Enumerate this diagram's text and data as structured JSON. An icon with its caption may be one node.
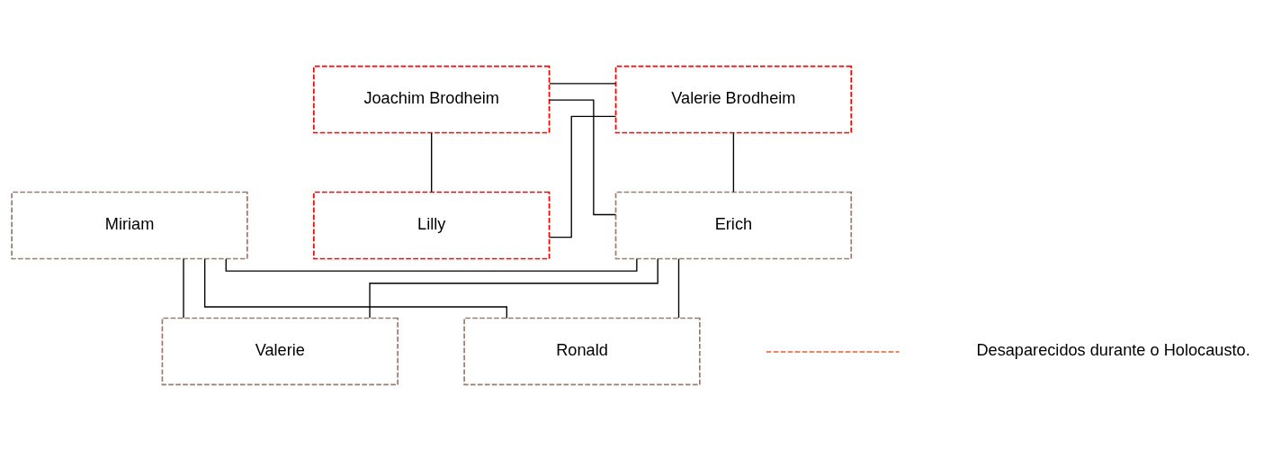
{
  "diagram": {
    "nodes": [
      {
        "text": [
          "Joachim Brodheim"
        ]
      },
      {
        "text": [
          "Valerie Brodheim"
        ]
      },
      {
        "text": [
          "Miriam"
        ]
      },
      {
        "text": [
          "Erich"
        ]
      },
      {
        "text": [
          "Lilly"
        ]
      },
      {
        "text": [
          "Ronald"
        ]
      },
      {
        "text": [
          "Valerie"
        ]
      }
    ],
    "edges": [
      {
        "from": 0,
        "to": 1,
        "arrow": "none"
      },
      {
        "from": 0,
        "to": 3,
        "arrow": "none"
      },
      {
        "from": 1,
        "to": 3,
        "arrow": "none"
      },
      {
        "from": 0,
        "to": 4,
        "arrow": "none"
      },
      {
        "from": 1,
        "to": 4,
        "arrow": "none"
      },
      {
        "from": 2,
        "to": 3,
        "arrow": "none"
      },
      {
        "from": 2,
        "to": 5,
        "arrow": "none"
      },
      {
        "from": 3,
        "to": 5,
        "arrow": "none"
      },
      {
        "from": 2,
        "to": 6,
        "arrow": "none"
      },
      {
        "from": 3,
        "to": 6,
        "arrow": "none"
      }
    ],
    "legend": [
      {
        "text": "Desaparecidos durante o Holocausto."
      }
    ]
  }
}
